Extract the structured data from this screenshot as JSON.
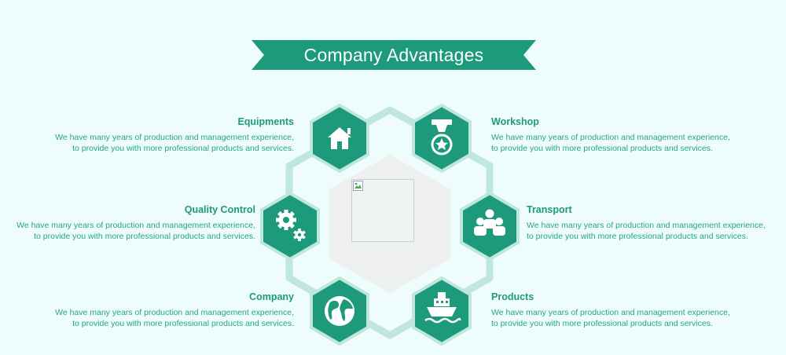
{
  "banner": {
    "title": "Company Advantages"
  },
  "colors": {
    "accent": "#1d9a7b",
    "connector": "#bfe7dd",
    "center": "#eeefef",
    "background": "#effcfc"
  },
  "items": [
    {
      "key": "equipments",
      "title": "Equipments",
      "icon": "house-icon",
      "line1": "We have many years of production and management experience,",
      "line2": "to provide you with more professional products and services."
    },
    {
      "key": "workshop",
      "title": "Workshop",
      "icon": "medal-icon",
      "line1": "We have many years of production and management experience,",
      "line2": "to provide you with more professional products and services."
    },
    {
      "key": "quality",
      "title": "Quality Control",
      "icon": "gears-icon",
      "line1": "We have many years of production and management experience,",
      "line2": "to provide you with more professional products and services."
    },
    {
      "key": "transport",
      "title": "Transport",
      "icon": "people-group-icon",
      "line1": "We have many years of production and management experience,",
      "line2": "to provide you with more professional products and services."
    },
    {
      "key": "company",
      "title": "Company",
      "icon": "globe-icon",
      "line1": "We have many years of production and management experience,",
      "line2": "to provide you with more professional products and services."
    },
    {
      "key": "products",
      "title": "Products",
      "icon": "ship-icon",
      "line1": "We have many years of production and management experience,",
      "line2": "to provide you with more professional products and services."
    }
  ]
}
